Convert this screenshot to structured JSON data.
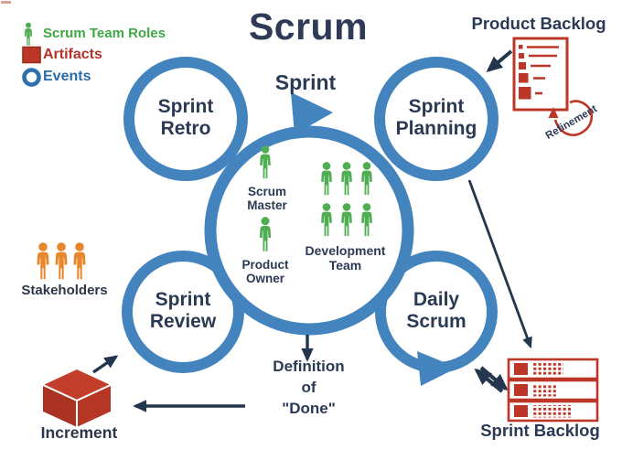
{
  "title": "Scrum",
  "sprint_label": "Sprint",
  "legend": {
    "roles_label": "Scrum Team Roles",
    "artifacts_label": "Artifacts",
    "events_label": "Events",
    "roles_icon": "person-icon",
    "artifacts_icon": "square-icon",
    "events_icon": "circle-icon"
  },
  "circles": {
    "retro": {
      "line1": "Sprint",
      "line2": "Retro"
    },
    "planning": {
      "line1": "Sprint",
      "line2": "Planning"
    },
    "review": {
      "line1": "Sprint",
      "line2": "Review"
    },
    "daily": {
      "line1": "Daily",
      "line2": "Scrum"
    }
  },
  "team": {
    "scrum_master": {
      "line1": "Scrum",
      "line2": "Master"
    },
    "product_owner": {
      "line1": "Product",
      "line2": "Owner"
    },
    "development_team": {
      "line1": "Development",
      "line2": "Team"
    }
  },
  "stakeholders_label": "Stakeholders",
  "increment_label": "Increment",
  "definition": {
    "line1": "Definition",
    "line2": "of",
    "line3": "\"Done\""
  },
  "product_backlog_label": "Product Backlog",
  "sprint_backlog_label": "Sprint Backlog",
  "refinement_label": "Refinement",
  "icons": {
    "increment": "cube-icon",
    "product_backlog": "document-list-icon",
    "sprint_backlog": "stacked-cards-icon",
    "team_member": "person-icon",
    "stakeholder": "person-icon"
  },
  "colors": {
    "event_blue": "#4484be",
    "text_navy": "#2b3a54",
    "arrow_navy": "#24364e",
    "role_green": "#4fad52",
    "legend_green_text": "#3ea843",
    "stakeholder_orange": "#e8862c",
    "artifact_red": "#bc3727",
    "legend_red_text": "#b33227",
    "legend_blue_text": "#2c6ca8",
    "background": "#ffffff"
  }
}
